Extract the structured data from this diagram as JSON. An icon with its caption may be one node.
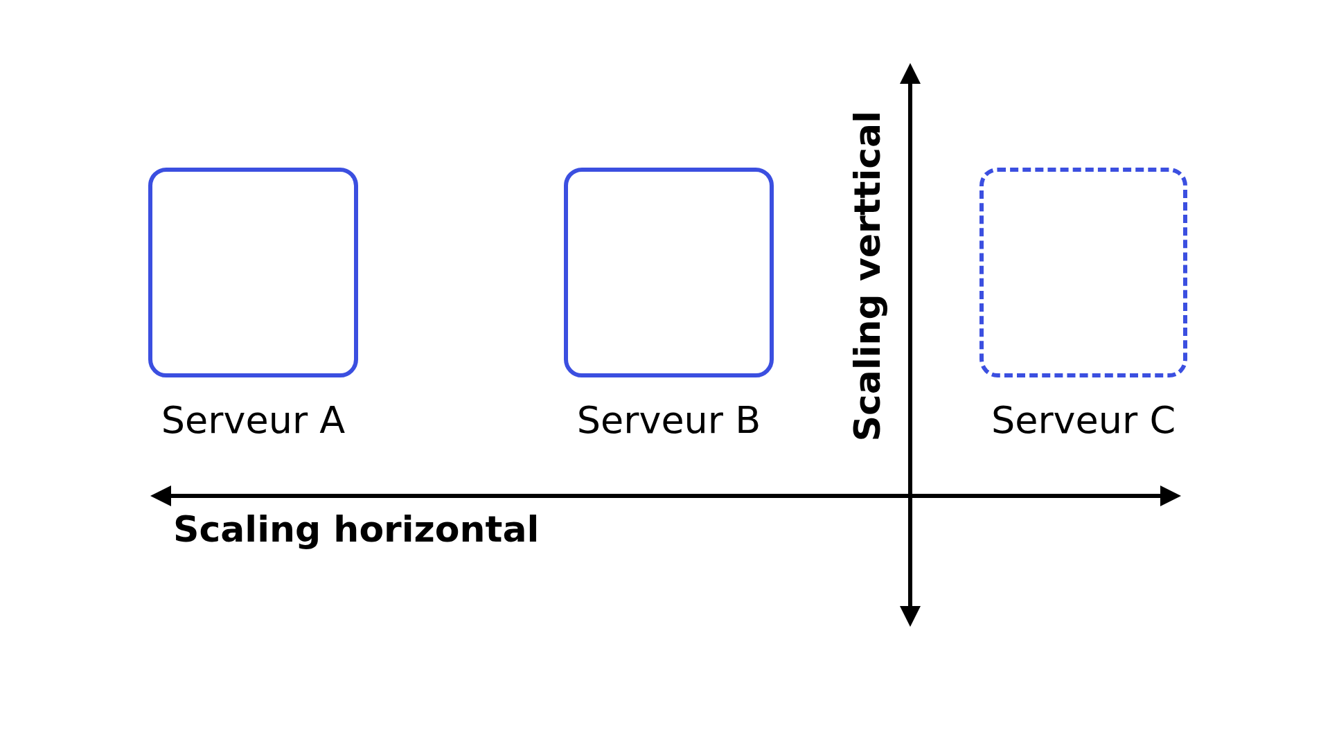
{
  "diagram": {
    "nodes": [
      {
        "text": [],
        "shape": "box",
        "beside": [
          "Serveur A"
        ]
      },
      {
        "text": [],
        "shape": "box",
        "beside": [
          "Serveur B"
        ]
      },
      {
        "text": [],
        "shape": "box",
        "beside": [
          "Serveur C"
        ]
      }
    ],
    "labels": [
      "Scaling verttical",
      "Scaling horizontal"
    ]
  }
}
